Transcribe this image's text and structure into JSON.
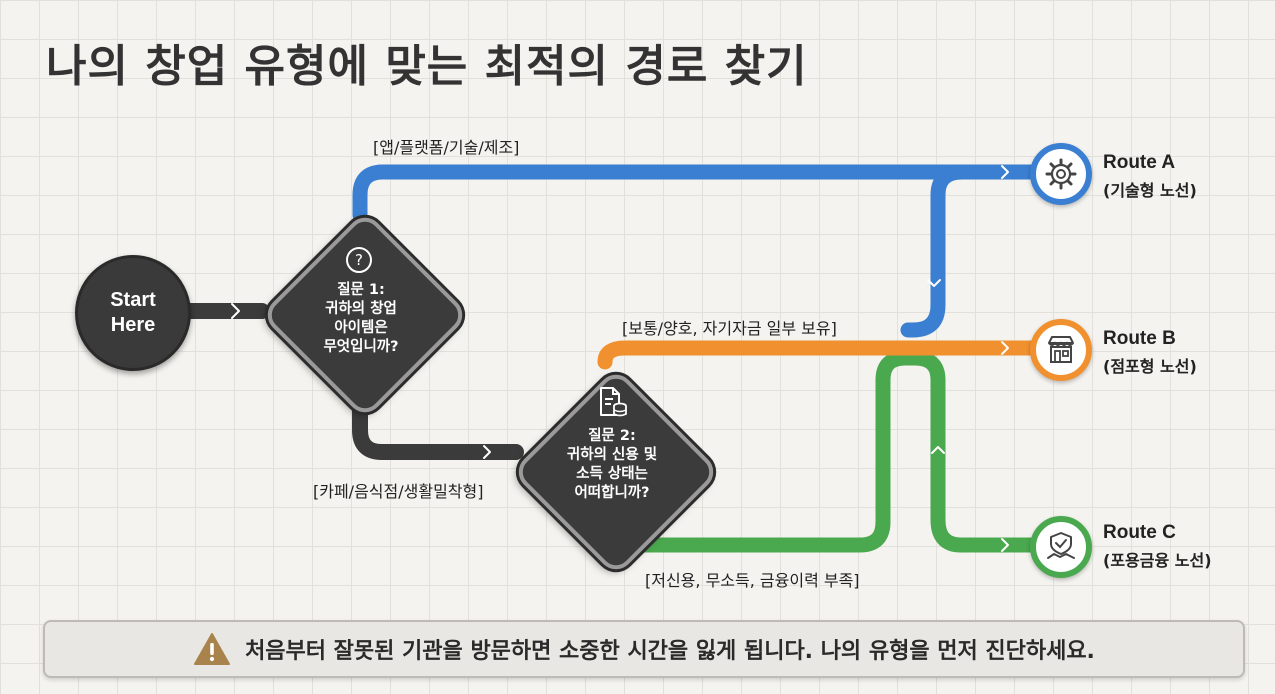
{
  "title": "나의 창업 유형에 맞는 최적의 경로 찾기",
  "start": {
    "label": "Start\nHere"
  },
  "question1": {
    "text": "질문 1:\n귀하의 창업\n아이템은\n무엇입니까?",
    "icon": "question-icon"
  },
  "question2": {
    "text": "질문 2:\n귀하의 신용 및\n소득 상태는\n어떠합니까?",
    "icon": "document-database-icon"
  },
  "path_labels": {
    "tech": "[앱/플랫폼/기술/제조]",
    "cafe": "[카페/음식점/생활밀착형]",
    "normal_credit": "[보통/양호, 자기자금 일부 보유]",
    "low_credit": "[저신용, 무소득, 금융이력 부족]"
  },
  "routes": {
    "a": {
      "title": "Route A",
      "subtitle": "(기술형 노선)",
      "icon": "gear-icon",
      "color": "#3a7fd1"
    },
    "b": {
      "title": "Route B",
      "subtitle": "(점포형 노선)",
      "icon": "storefront-icon",
      "color": "#f0902e"
    },
    "c": {
      "title": "Route C",
      "subtitle": "(포용금융 노선)",
      "icon": "shield-handshake-icon",
      "color": "#4aa84f"
    }
  },
  "colors": {
    "blue": "#3a7fd1",
    "orange": "#f0902e",
    "green": "#4aa84f",
    "dark": "#3b3b3b"
  },
  "warning": {
    "text": "처음부터 잘못된 기관을 방문하면 소중한 시간을 잃게 됩니다. 나의 유형을 먼저 진단하세요.",
    "icon": "warning-icon"
  }
}
